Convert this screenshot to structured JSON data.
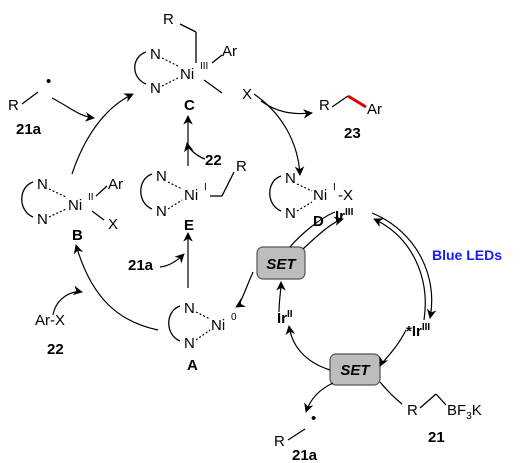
{
  "scheme": {
    "blue_leds": "Blue LEDs",
    "set_label": "SET",
    "colors": {
      "blue_leds": "#1a1aff",
      "new_bond": "#e00000",
      "set_box_fill": "#bdbdbd",
      "set_box_stroke": "#555555"
    },
    "atoms": {
      "N": "N",
      "Ni": "Ni",
      "R": "R",
      "Ar": "Ar",
      "X": "X",
      "Ir": "Ir",
      "B": "B",
      "F": "F",
      "K": "K"
    },
    "ox": {
      "ni_iii": "III",
      "ni_ii": "II",
      "ni_i": "I",
      "ni_0": "0",
      "ir_iii": "III",
      "ir_ii": "II",
      "ir_star": "*",
      "sub3": "3"
    },
    "texts": {
      "ar_x": "Ar-X",
      "dash_x": "-X",
      "r_dot": "•"
    },
    "compounds": {
      "A": "A",
      "B": "B",
      "C": "C",
      "D": "D",
      "E": "E",
      "c21": "21",
      "c21a": "21a",
      "c22": "22",
      "c23": "23"
    }
  }
}
